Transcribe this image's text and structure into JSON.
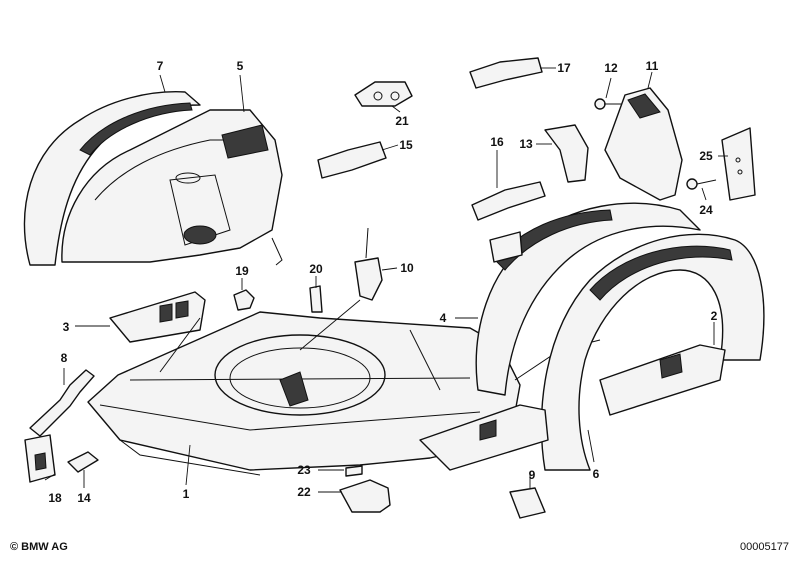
{
  "diagram": {
    "labels": [
      "1",
      "2",
      "3",
      "4",
      "5",
      "6",
      "7",
      "8",
      "9",
      "10",
      "11",
      "12",
      "13",
      "14",
      "15",
      "16",
      "17",
      "18",
      "19",
      "20",
      "21",
      "22",
      "23",
      "24",
      "25"
    ],
    "footer": {
      "copyright": "© BMW AG",
      "document_id": "00005177"
    }
  }
}
